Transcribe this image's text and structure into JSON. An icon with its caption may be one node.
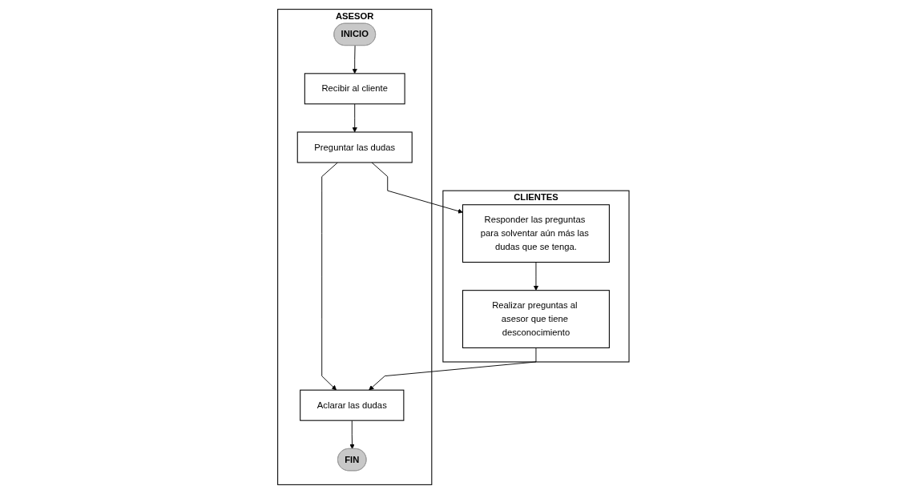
{
  "diagram": {
    "nodes": [
      {
        "text": [
          "ASESOR"
        ]
      },
      {
        "text": [
          "INICIO"
        ],
        "in": 0
      },
      {
        "text": [
          "Recibir al cliente"
        ],
        "in": 0
      },
      {
        "text": [
          "Preguntar las dudas"
        ],
        "in": 0
      },
      {
        "text": [
          "Aclarar las dudas"
        ],
        "in": 0
      },
      {
        "text": [
          "FIN"
        ],
        "in": 0
      },
      {
        "text": [
          "CLIENTES"
        ]
      },
      {
        "text": [
          "Responder las preguntas para solventar aún más las dudas que se tenga."
        ],
        "in": 6
      },
      {
        "text": [
          "Realizar preguntas al asesor que tiene desconocimiento"
        ],
        "in": 6
      }
    ],
    "edges": [
      {
        "from": 1,
        "to": 2,
        "arrow": "to"
      },
      {
        "from": 2,
        "to": 3,
        "arrow": "to"
      },
      {
        "from": 3,
        "to": 7,
        "arrow": "to"
      },
      {
        "from": 3,
        "to": 4,
        "arrow": "to"
      },
      {
        "from": 7,
        "to": 8,
        "arrow": "to"
      },
      {
        "from": 8,
        "to": 4,
        "arrow": "to"
      },
      {
        "from": 4,
        "to": 5,
        "arrow": "to"
      }
    ]
  }
}
